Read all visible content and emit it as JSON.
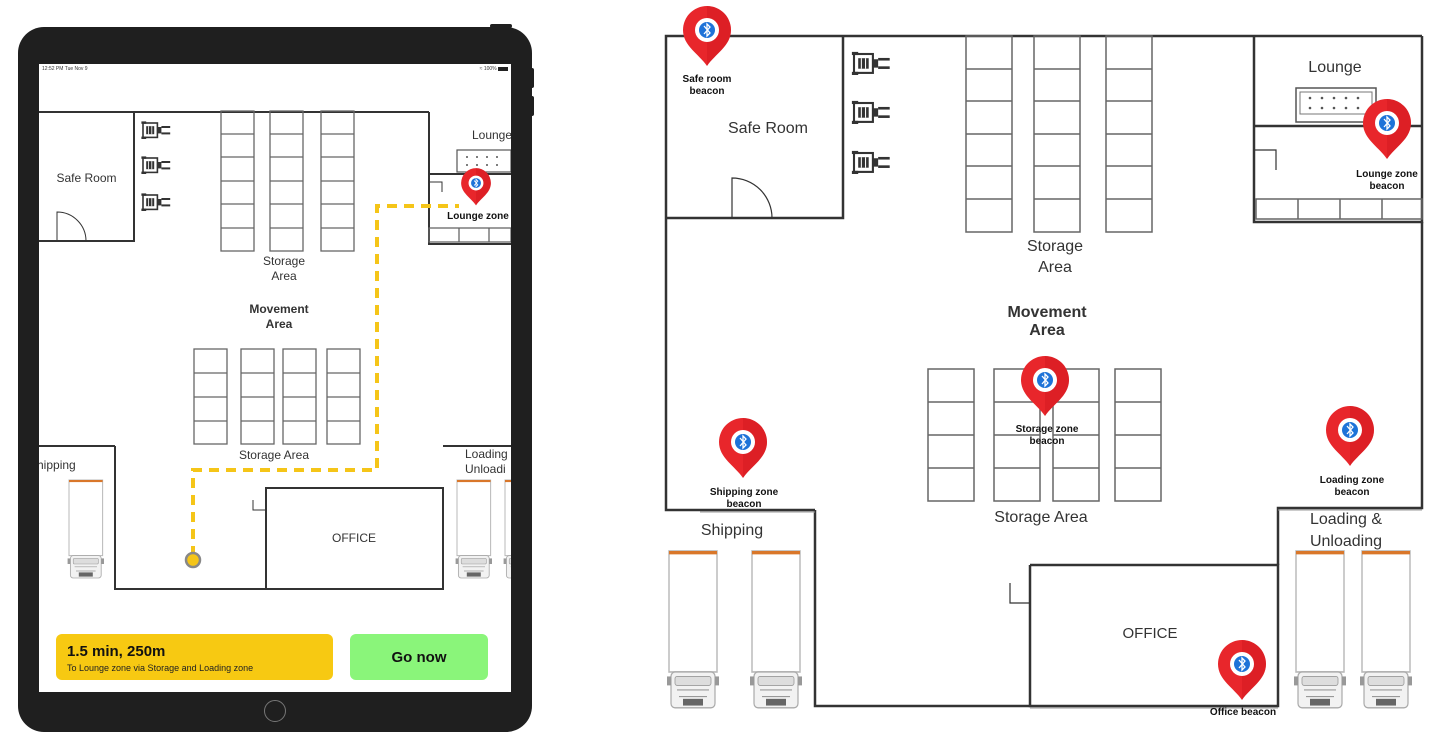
{
  "tablet": {
    "status_time": "12:52 PM  Tue Nov 9",
    "status_battery": "100%",
    "room_labels": {
      "safe_room": "Safe Room",
      "lounge": "Lounge",
      "lounge_zone": "Lounge zone",
      "storage_top_line1": "Storage",
      "storage_top_line2": "Area",
      "movement_line1": "Movement",
      "movement_line2": "Area",
      "storage_bottom": "Storage Area",
      "shipping": "hipping",
      "loading_line1": "Loading",
      "loading_line2": "Unloadi",
      "office": "OFFICE"
    },
    "route": {
      "summary": "1.5 min, 250m",
      "description": "To Lounge zone via Storage and Loading zone",
      "route_color": "#f5c518"
    },
    "go_button_label": "Go now"
  },
  "floorplan": {
    "room_labels": {
      "safe_room": "Safe Room",
      "lounge": "Lounge",
      "storage_top_line1": "Storage",
      "storage_top_line2": "Area",
      "movement_line1": "Movement",
      "movement_line2": "Area",
      "storage_bottom": "Storage Area",
      "shipping": "Shipping",
      "loading_line1": "Loading &",
      "loading_line2": "Unloading",
      "office": "OFFICE"
    },
    "beacons": {
      "safe_room_line1": "Safe room",
      "safe_room_line2": "beacon",
      "lounge_line1": "Lounge zone",
      "lounge_line2": "beacon",
      "storage_line1": "Storage zone",
      "storage_line2": "beacon",
      "shipping_line1": "Shipping zone",
      "shipping_line2": "beacon",
      "loading_line1": "Loading zone",
      "loading_line2": "beacon",
      "office": "Office beacon"
    },
    "pin_color": "#e8262b",
    "bluetooth_color": "#1e73d8",
    "icon_names": [
      "map-pin-icon",
      "bluetooth-icon",
      "forklift-icon",
      "truck-icon",
      "sofa-icon",
      "door-icon"
    ]
  }
}
